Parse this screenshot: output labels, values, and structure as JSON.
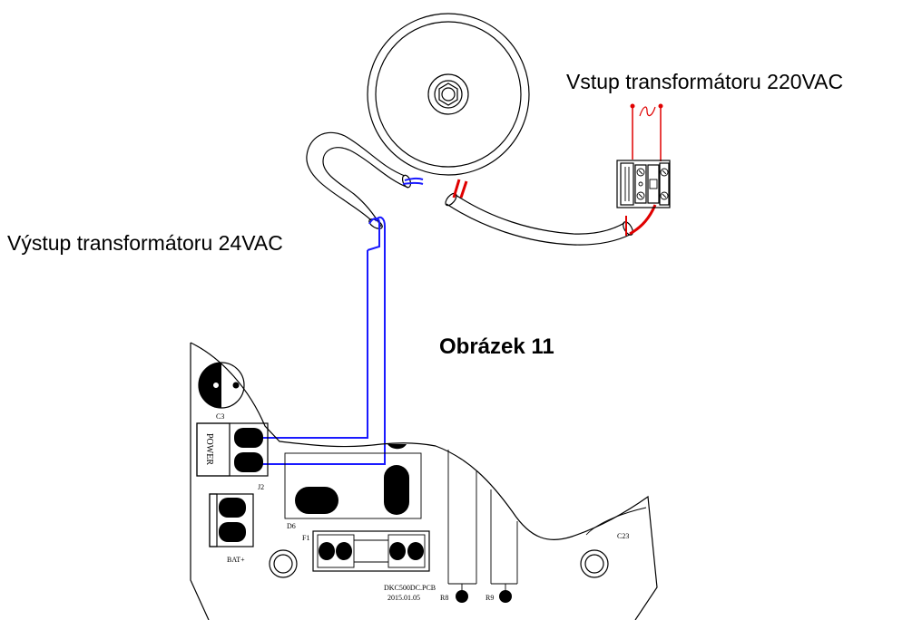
{
  "labels": {
    "input": "Vstup transformátoru 220VAC",
    "output": "Výstup transformátoru 24VAC",
    "figure": "Obrázek 11"
  },
  "pcb": {
    "c3": "C3",
    "power": "POWER",
    "j2": "J2",
    "bat": "BAT+",
    "d6": "D6",
    "f1": "F1",
    "c23": "C23",
    "board_name": "DKC500DC.PCB",
    "board_date": "2015.01.05",
    "r8": "R8",
    "r9": "R9"
  },
  "colors": {
    "wire_24vac": "#1a1aff",
    "wire_220vac": "#e00000",
    "outline": "#000000"
  }
}
